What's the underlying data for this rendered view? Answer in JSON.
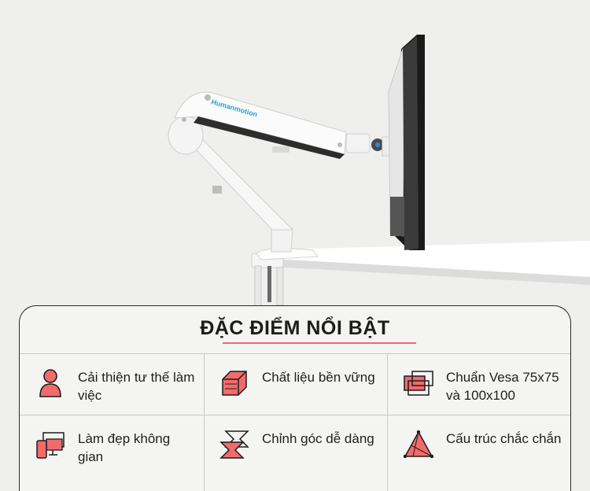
{
  "photo": {
    "brand_logo": "Humanmotion"
  },
  "features_card": {
    "title": "ĐẶC ĐIỂM NỔI BẬT",
    "items": [
      {
        "icon": "person-posture-icon",
        "label": "Cải thiện tư thế làm việc"
      },
      {
        "icon": "cube-material-icon",
        "label": "Chất liệu bền vững"
      },
      {
        "icon": "vesa-screens-icon",
        "label": "Chuẩn Vesa 75x75 và 100x100"
      },
      {
        "icon": "devices-icon",
        "label": "Làm đẹp không gian"
      },
      {
        "icon": "angle-adjust-icon",
        "label": "Chỉnh góc dễ dàng"
      },
      {
        "icon": "triangle-structure-icon",
        "label": "Cấu trúc chắc chắn"
      }
    ]
  },
  "colors": {
    "accent": "#f26b6b",
    "logo": "#2aa0d6",
    "background": "#efefed"
  }
}
